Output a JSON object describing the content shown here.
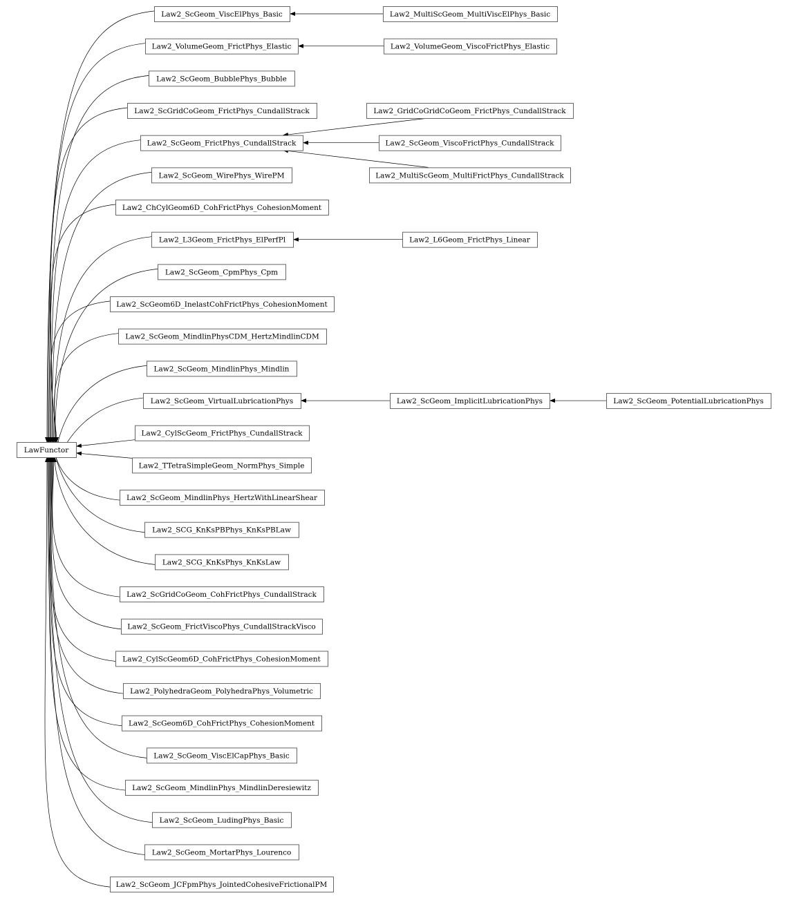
{
  "diagram": {
    "type": "inheritance-graph",
    "root": "LawFunctor",
    "level1": [
      "Law2_ScGeom_ViscElPhys_Basic",
      "Law2_VolumeGeom_FrictPhys_Elastic",
      "Law2_ScGeom_BubblePhys_Bubble",
      "Law2_ScGridCoGeom_FrictPhys_CundallStrack",
      "Law2_ScGeom_FrictPhys_CundallStrack",
      "Law2_ScGeom_WirePhys_WirePM",
      "Law2_ChCylGeom6D_CohFrictPhys_CohesionMoment",
      "Law2_L3Geom_FrictPhys_ElPerfPl",
      "Law2_ScGeom_CpmPhys_Cpm",
      "Law2_ScGeom6D_InelastCohFrictPhys_CohesionMoment",
      "Law2_ScGeom_MindlinPhysCDM_HertzMindlinCDM",
      "Law2_ScGeom_MindlinPhys_Mindlin",
      "Law2_ScGeom_VirtualLubricationPhys",
      "Law2_CylScGeom_FrictPhys_CundallStrack",
      "Law2_TTetraSimpleGeom_NormPhys_Simple",
      "Law2_ScGeom_MindlinPhys_HertzWithLinearShear",
      "Law2_SCG_KnKsPBPhys_KnKsPBLaw",
      "Law2_SCG_KnKsPhys_KnKsLaw",
      "Law2_ScGridCoGeom_CohFrictPhys_CundallStrack",
      "Law2_ScGeom_FrictViscoPhys_CundallStrackVisco",
      "Law2_CylScGeom6D_CohFrictPhys_CohesionMoment",
      "Law2_PolyhedraGeom_PolyhedraPhys_Volumetric",
      "Law2_ScGeom6D_CohFrictPhys_CohesionMoment",
      "Law2_ScGeom_ViscElCapPhys_Basic",
      "Law2_ScGeom_MindlinPhys_MindlinDeresiewitz",
      "Law2_ScGeom_LudingPhys_Basic",
      "Law2_ScGeom_MortarPhys_Lourenco",
      "Law2_ScGeom_JCFpmPhys_JointedCohesiveFrictionalPM"
    ],
    "derived": [
      {
        "name": "Law2_MultiScGeom_MultiViscElPhys_Basic",
        "parent": "Law2_ScGeom_ViscElPhys_Basic"
      },
      {
        "name": "Law2_VolumeGeom_ViscoFrictPhys_Elastic",
        "parent": "Law2_VolumeGeom_FrictPhys_Elastic"
      },
      {
        "name": "Law2_GridCoGridCoGeom_FrictPhys_CundallStrack",
        "parent": "Law2_ScGeom_FrictPhys_CundallStrack"
      },
      {
        "name": "Law2_ScGeom_ViscoFrictPhys_CundallStrack",
        "parent": "Law2_ScGeom_FrictPhys_CundallStrack"
      },
      {
        "name": "Law2_MultiScGeom_MultiFrictPhys_CundallStrack",
        "parent": "Law2_ScGeom_FrictPhys_CundallStrack"
      },
      {
        "name": "Law2_L6Geom_FrictPhys_Linear",
        "parent": "Law2_L3Geom_FrictPhys_ElPerfPl"
      },
      {
        "name": "Law2_ScGeom_ImplicitLubricationPhys",
        "parent": "Law2_ScGeom_VirtualLubricationPhys"
      },
      {
        "name": "Law2_ScGeom_PotentialLubricationPhys",
        "parent": "Law2_ScGeom_ImplicitLubricationPhys"
      }
    ]
  }
}
